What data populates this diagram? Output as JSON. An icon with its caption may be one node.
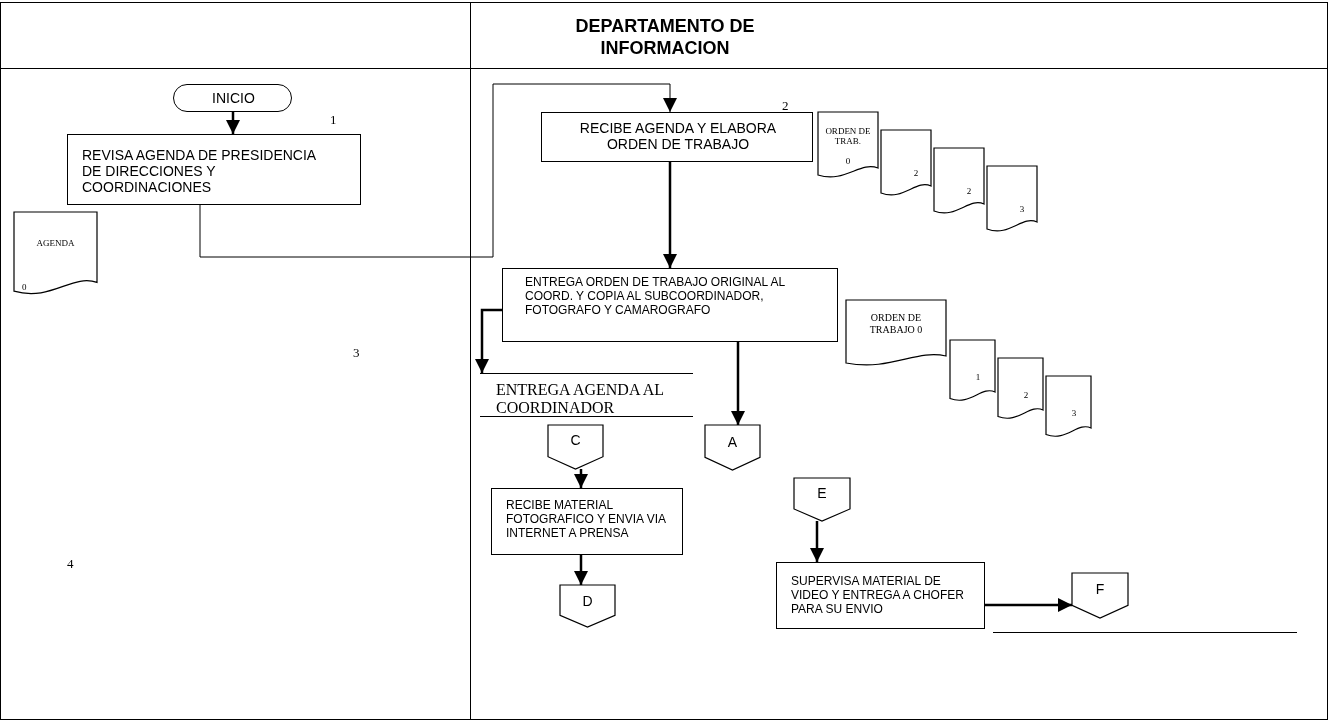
{
  "diagram": {
    "nodes": [
      {
        "text": [
          "INICIO"
        ]
      },
      {
        "text": [
          "REVISA AGENDA DE PRESIDENCIA DE DIRECCIONES Y COORDINACIONES"
        ]
      },
      {
        "text": [
          "AGENDA",
          "0"
        ]
      },
      {
        "text": [
          "RECIBE AGENDA Y ELABORA ORDEN DE TRABAJO"
        ]
      },
      {
        "text": [
          "ORDEN DE TRAB.",
          "0"
        ]
      },
      {
        "text": [
          "2"
        ]
      },
      {
        "text": [
          "2"
        ]
      },
      {
        "text": [
          "3"
        ]
      },
      {
        "text": [
          "ENTREGA ORDEN DE TRABAJO ORIGINAL AL COORD. Y COPIA AL SUBCOORDINADOR, FOTOGRAFO Y CAMAROGRAFO"
        ]
      },
      {
        "text": [
          "ORDEN DE TRABAJO 0"
        ]
      },
      {
        "text": [
          "1"
        ]
      },
      {
        "text": [
          "2"
        ]
      },
      {
        "text": [
          "3"
        ]
      },
      {
        "text": [
          "ENTREGA AGENDA AL COORDINADOR"
        ]
      },
      {
        "text": [
          "C"
        ]
      },
      {
        "text": [
          "A"
        ]
      },
      {
        "text": [
          "RECIBE MATERIAL FOTOGRAFICO Y ENVIA VIA INTERNET A PRENSA"
        ]
      },
      {
        "text": [
          "D"
        ]
      },
      {
        "text": [
          "E"
        ]
      },
      {
        "text": [
          "SUPERVISA MATERIAL DE VIDEO Y ENTREGA A CHOFER PARA SU ENVIO"
        ]
      },
      {
        "text": [
          "F"
        ]
      }
    ],
    "edges": [
      {
        "from": 0,
        "to": 1,
        "arrow": "to"
      },
      {
        "from": 1,
        "to": 3,
        "arrow": "to"
      },
      {
        "from": 3,
        "to": 8,
        "arrow": "to"
      },
      {
        "from": 8,
        "to": 13,
        "arrow": "to"
      },
      {
        "from": 8,
        "to": 15,
        "arrow": "to"
      },
      {
        "from": 14,
        "to": 16,
        "arrow": "to"
      },
      {
        "from": 16,
        "to": 17,
        "arrow": "to"
      },
      {
        "from": 18,
        "to": 19,
        "arrow": "to"
      },
      {
        "from": 19,
        "to": 20,
        "arrow": "to"
      }
    ],
    "labels": [
      "DEPARTAMENTO DE INFORMACION",
      "1",
      "2",
      "3",
      "4"
    ]
  }
}
